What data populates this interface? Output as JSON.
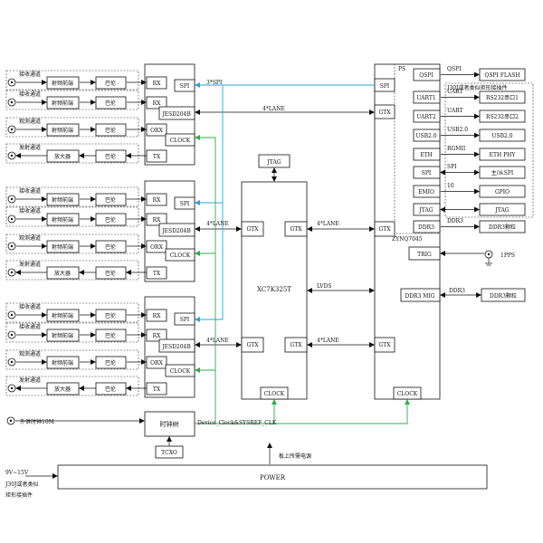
{
  "channels": {
    "recv": "接收通道",
    "obs": "观测通道",
    "tx": "发射通道",
    "rf_front": "射频前端",
    "balun": "巴伦",
    "amp": "放大器"
  },
  "adc_ports": {
    "rx": "RX",
    "orx": "ORX",
    "tx": "TX",
    "spi": "SPI",
    "jesd": "JESD204B",
    "clock": "CLOCK"
  },
  "links": {
    "spi3": "3*SPI",
    "lane4": "4*LANE",
    "lvds": "LVDS",
    "dev_clock": "Device_Clock&SYSREF_CLK",
    "board_power": "板上所需电源"
  },
  "fpga": {
    "k7_name": "XC7K325T",
    "jtag": "JTAG",
    "gtx": "GTX",
    "clock": "CLOCK"
  },
  "zynq": {
    "name": "ZYNQ7045",
    "ps": "PS",
    "spi": "SPI",
    "gtx": "GTX",
    "clock": "CLOCK"
  },
  "ps_blocks": [
    {
      "port": "QSPI",
      "bus": "QSPI",
      "device": "QSPI FLASH"
    },
    {
      "port": "UART1",
      "bus": "UART",
      "device": "RS232串口1"
    },
    {
      "port": "UART2",
      "bus": "UART",
      "device": "RS232串口2"
    },
    {
      "port": "USB2.0",
      "bus": "USB2.0",
      "device": "USB2.0"
    },
    {
      "port": "ETH",
      "bus": "RGMII",
      "device": "ETH PHY"
    },
    {
      "port": "SPI",
      "bus": "SPI",
      "device": "主/从SPI"
    },
    {
      "port": "EMIO",
      "bus": "10",
      "device": "GPIO"
    },
    {
      "port": "JTAG",
      "bus": "",
      "device": "JTAG"
    },
    {
      "port": "DDR3",
      "bus": "DDR3",
      "device": "DDR3颗粒"
    }
  ],
  "j30j_top": "J30J或者类似矩形接插件",
  "pl_blocks": {
    "trig": "TRIG",
    "pps": "1PPS",
    "ddr_mig": "DDR3 MIG",
    "ddr_bus": "DDR3",
    "ddr_dev": "DDR3颗粒"
  },
  "clocking": {
    "ext_clock": "外供时钟10M",
    "clock_tree": "时钟树",
    "tcxo": "TCXO"
  },
  "power": {
    "label": "POWER",
    "input_v": "9V~15V",
    "input_conn_1": "J30J或者类似",
    "input_conn_2": "矩形接插件"
  }
}
